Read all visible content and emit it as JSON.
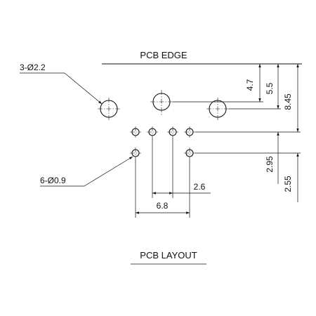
{
  "labels": {
    "pcb_edge": "PCB EDGE",
    "pcb_layout": "PCB LAYOUT",
    "large_holes": "3-Ø2.2",
    "small_holes": "6-Ø0.9"
  },
  "dimensions": {
    "d_4_7": "4.7",
    "d_5_5": "5.5",
    "d_8_45": "8.45",
    "d_2_95": "2.95",
    "d_2_55": "2.55",
    "d_2_6": "2.6",
    "d_6_8": "6.8"
  }
}
